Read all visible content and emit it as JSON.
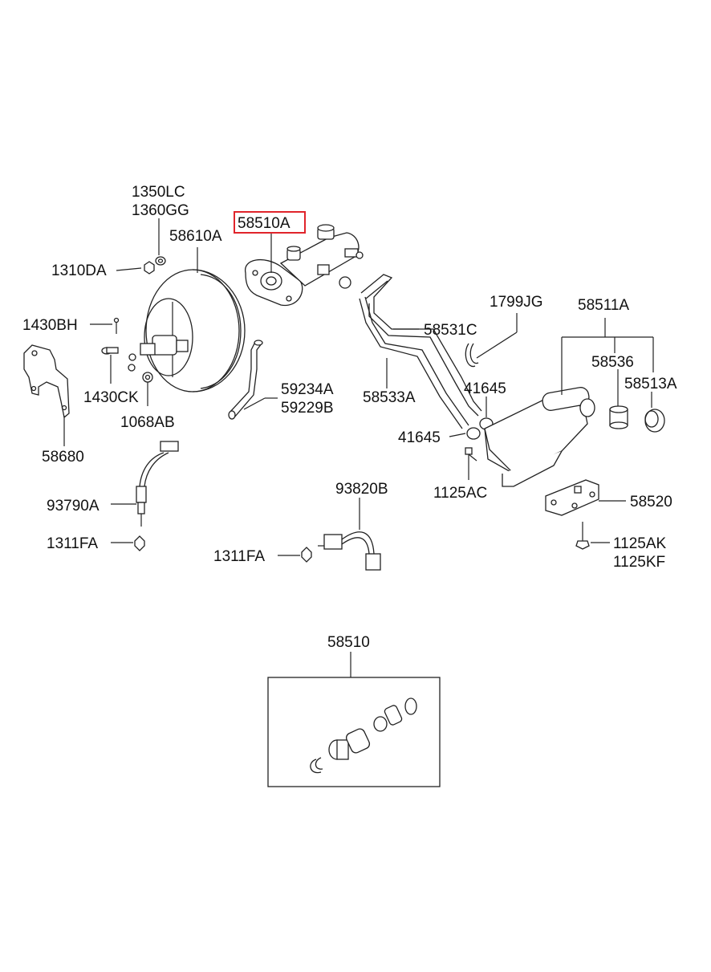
{
  "labels": {
    "p1350lc": "1350LC",
    "p1360gg": "1360GG",
    "p58510a": "58510A",
    "p58610a": "58610A",
    "p1310da": "1310DA",
    "p1430bh": "1430BH",
    "p1430ck": "1430CK",
    "p1068ab": "1068AB",
    "p58680": "58680",
    "p59234a": "59234A",
    "p59229b": "59229B",
    "p1799jg": "1799JG",
    "p58511a": "58511A",
    "p58531c": "58531C",
    "p58536": "58536",
    "p58513a": "58513A",
    "p58533a": "58533A",
    "p41645a": "41645",
    "p41645b": "41645",
    "p1125ac": "1125AC",
    "p93790a": "93790A",
    "p93820b": "93820B",
    "p58520": "58520",
    "p1125ak": "1125AK",
    "p1125kf": "1125KF",
    "p1311fa_left": "1311FA",
    "p1311fa_mid": "1311FA",
    "p58510": "58510"
  },
  "highlight": {
    "part": "58510A",
    "color": "#e0242b"
  }
}
